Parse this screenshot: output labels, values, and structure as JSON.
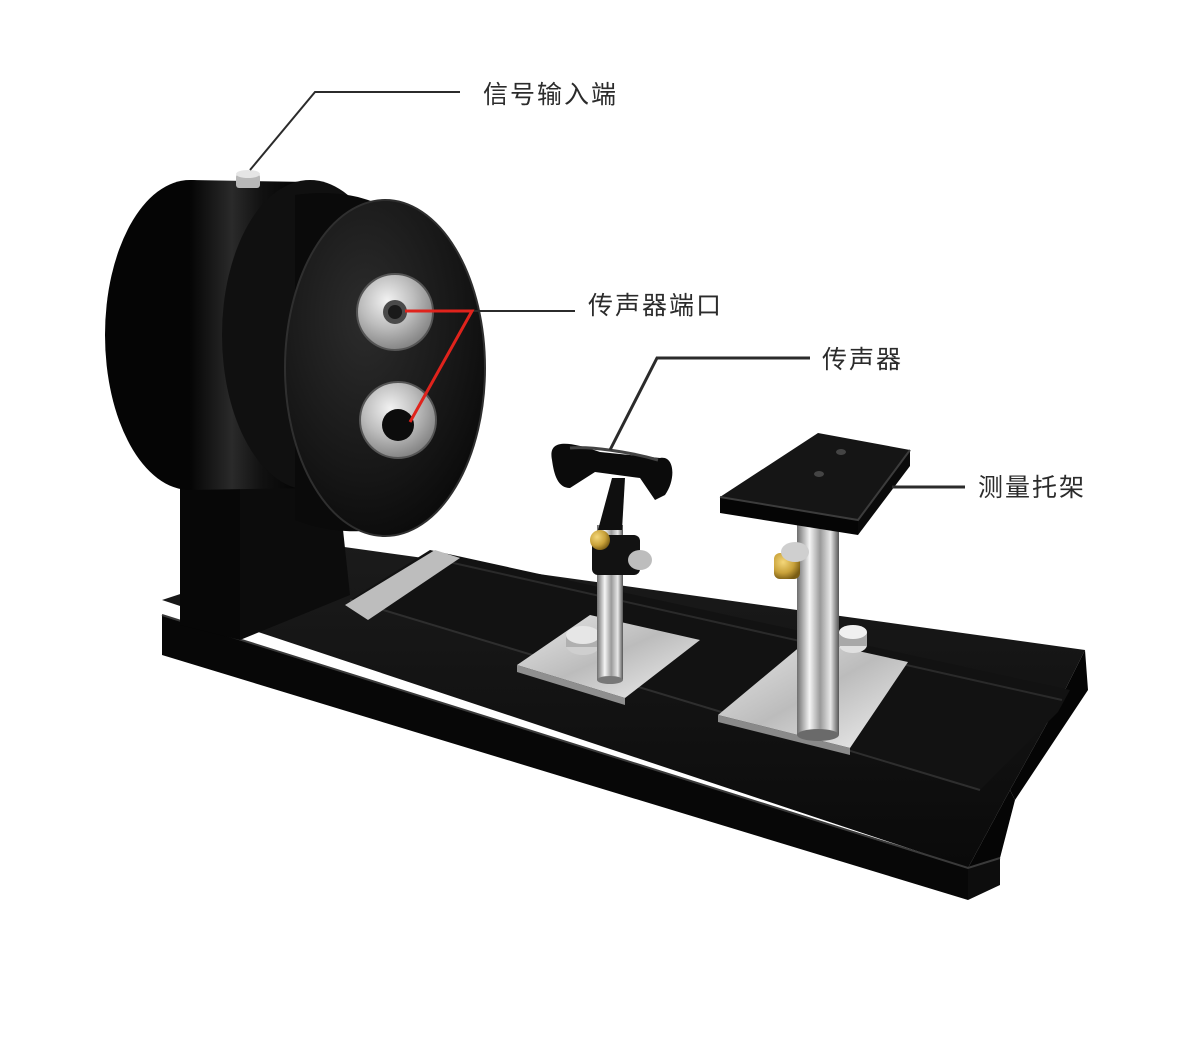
{
  "callouts": {
    "signal_input": "信号输入端",
    "mic_port": "传声器端口",
    "microphone": "传声器",
    "measure_bracket": "测量托架"
  },
  "colors": {
    "background": "#ffffff",
    "body_black": "#0b0b0b",
    "steel": "#c9c9c9",
    "brass": "#c9a23a",
    "leader_line": "#2b2b2b",
    "leader_red": "#e0231c"
  }
}
